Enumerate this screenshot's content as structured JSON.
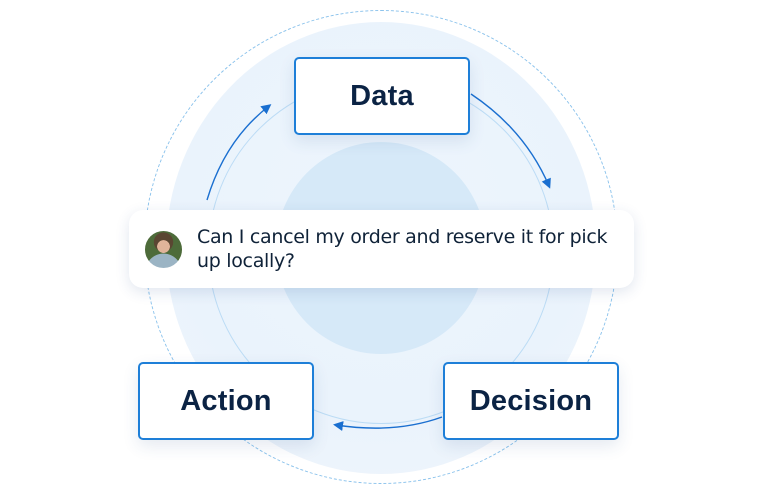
{
  "diagram": {
    "nodes": [
      {
        "id": "data",
        "label": "Data"
      },
      {
        "id": "decision",
        "label": "Decision"
      },
      {
        "id": "action",
        "label": "Action"
      }
    ],
    "edges": [
      {
        "from": "data",
        "to": "decision"
      },
      {
        "from": "decision",
        "to": "action"
      },
      {
        "from": "action",
        "to": "data"
      }
    ],
    "chat_bubble": {
      "avatar": "user-avatar",
      "message": "Can I cancel my order and reserve it for pick up locally?"
    },
    "colors": {
      "node_border": "#1e7fd8",
      "node_text": "#0b2344",
      "arrow": "#1a6fd0",
      "dashed_ring": "#8cc3ec",
      "outer_disc": "#eaf3fc",
      "inner_disc": "#d6e9f8"
    }
  }
}
